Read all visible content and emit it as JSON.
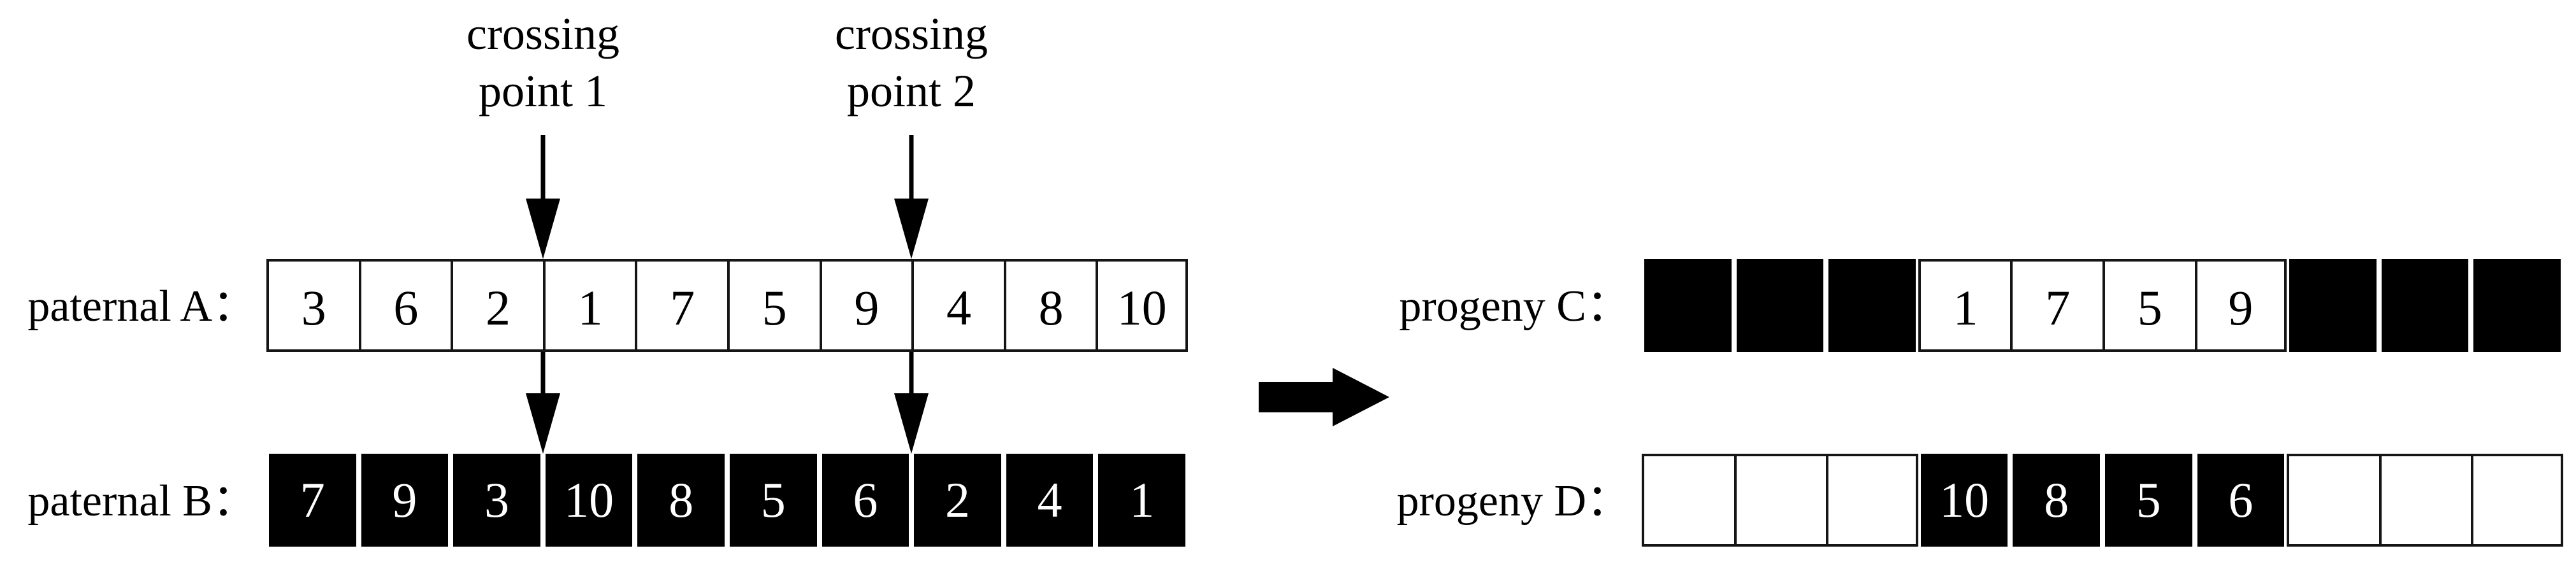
{
  "crossing_points": [
    {
      "line1": "crossing",
      "line2": "point 1"
    },
    {
      "line1": "crossing",
      "line2": "point 2"
    }
  ],
  "chromosomes": {
    "paternal_a": {
      "label": "paternal A：",
      "genes": [
        "3",
        "6",
        "2",
        "1",
        "7",
        "5",
        "9",
        "4",
        "8",
        "10"
      ],
      "fills": [
        "white",
        "white",
        "white",
        "white",
        "white",
        "white",
        "white",
        "white",
        "white",
        "white"
      ]
    },
    "paternal_b": {
      "label": "paternal B：",
      "genes": [
        "7",
        "9",
        "3",
        "10",
        "8",
        "5",
        "6",
        "2",
        "4",
        "1"
      ],
      "fills": [
        "black",
        "black",
        "black",
        "black",
        "black",
        "black",
        "black",
        "black",
        "black",
        "black"
      ]
    },
    "progeny_c": {
      "label": "progeny C：",
      "genes": [
        "",
        "",
        "",
        "1",
        "7",
        "5",
        "9",
        "",
        "",
        ""
      ],
      "fills": [
        "black",
        "black",
        "black",
        "white",
        "white",
        "white",
        "white",
        "black",
        "black",
        "black"
      ]
    },
    "progeny_d": {
      "label": "progeny D：",
      "genes": [
        "",
        "",
        "",
        "10",
        "8",
        "5",
        "6",
        "",
        "",
        ""
      ],
      "fills": [
        "white",
        "white",
        "white",
        "black",
        "black",
        "black",
        "black",
        "white",
        "white",
        "white"
      ]
    }
  },
  "icons": {
    "crossing_point_marker": "down-arrow-icon",
    "crossover_transform": "right-arrow-icon"
  },
  "colors": {
    "gene_black": "#000000",
    "gene_white": "#ffffff",
    "line": "#151515",
    "text": "#000000"
  }
}
